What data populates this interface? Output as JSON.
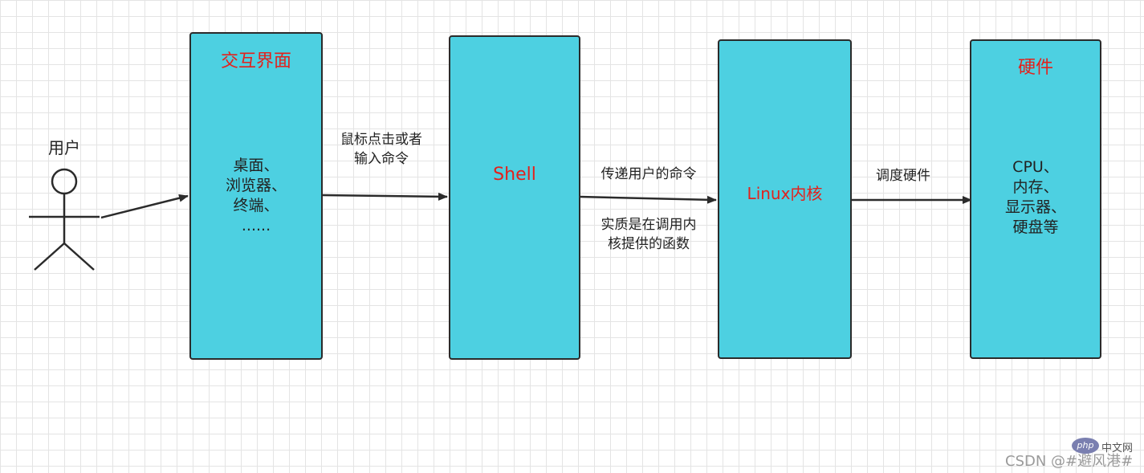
{
  "user": {
    "label": "用户"
  },
  "interface_box": {
    "title": "交互界面",
    "items": [
      "桌面、",
      "浏览器、",
      "终端、",
      "......"
    ]
  },
  "shell_box": {
    "title": "Shell"
  },
  "kernel_box": {
    "title": "Linux内核"
  },
  "hardware_box": {
    "title": "硬件",
    "items": [
      "CPU、",
      "内存、",
      "显示器、",
      "硬盘等"
    ]
  },
  "edges": {
    "interface_to_shell": [
      "鼠标点击或者",
      "输入命令"
    ],
    "shell_to_kernel_top": "传递用户的命令",
    "shell_to_kernel_bottom": [
      "实质是在调用内",
      "核提供的函数"
    ],
    "kernel_to_hardware": "调度硬件"
  },
  "watermark": {
    "logo": "php",
    "site": "中文网",
    "text": "CSDN @#避风港#"
  },
  "colors": {
    "box_fill": "#4dd0e1",
    "title_red": "#e3211c",
    "stroke": "#2b2b2b"
  }
}
